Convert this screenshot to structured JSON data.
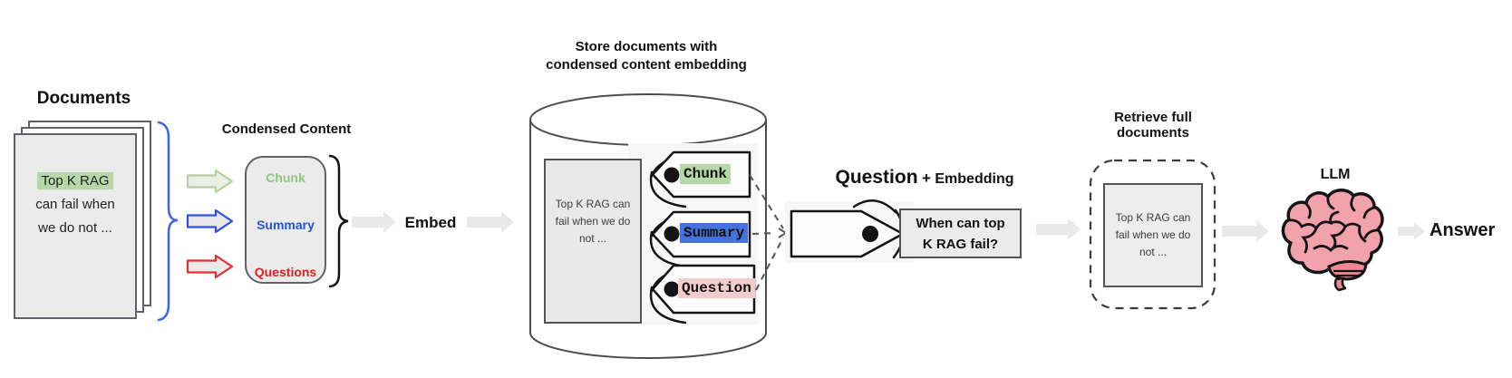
{
  "documents": {
    "title": "Documents",
    "doc": {
      "line1": "Top K RAG",
      "line2": "can fail when",
      "line3": "we do not ..."
    }
  },
  "condensed": {
    "title": "Condensed Content",
    "items": [
      {
        "label": "Chunk",
        "color": "#93c47d"
      },
      {
        "label": "Summary",
        "color": "#2355d4"
      },
      {
        "label": "Questions",
        "color": "#e02020"
      }
    ]
  },
  "embed": {
    "label": "Embed"
  },
  "store": {
    "title_line1": "Store documents with",
    "title_line2": "condensed content embedding",
    "doc": {
      "line1": "Top K RAG can",
      "line2": "fail when we do",
      "line3": "not ..."
    },
    "tags": [
      {
        "label": "Chunk",
        "bg": "#b6d7a8"
      },
      {
        "label": "Summary",
        "bg": "#4573de"
      },
      {
        "label": "Question",
        "bg": "#f4cccc"
      }
    ]
  },
  "query": {
    "title": "Question",
    "plus": "+",
    "subtitle": "Embedding",
    "box": {
      "line1": "When can top",
      "line2": "K RAG fail?"
    }
  },
  "retrieve": {
    "title_line1": "Retrieve full",
    "title_line2": "documents",
    "doc": {
      "line1": "Top K RAG can",
      "line2": "fail when we do",
      "line3": "not ..."
    }
  },
  "llm": {
    "label": "LLM"
  },
  "answer": {
    "label": "Answer"
  },
  "colors": {
    "highlight_green": "#b6d7a8",
    "chunk_green": "#93c47d",
    "summary_blue": "#2355d4",
    "questions_red": "#e02020",
    "summary_tag_bg": "#4573de",
    "question_tag_bg": "#f4cccc",
    "brace_blue": "#4263eb",
    "arrow_gray": "#e9e9e9",
    "brain_pink": "#f2a2ac"
  }
}
